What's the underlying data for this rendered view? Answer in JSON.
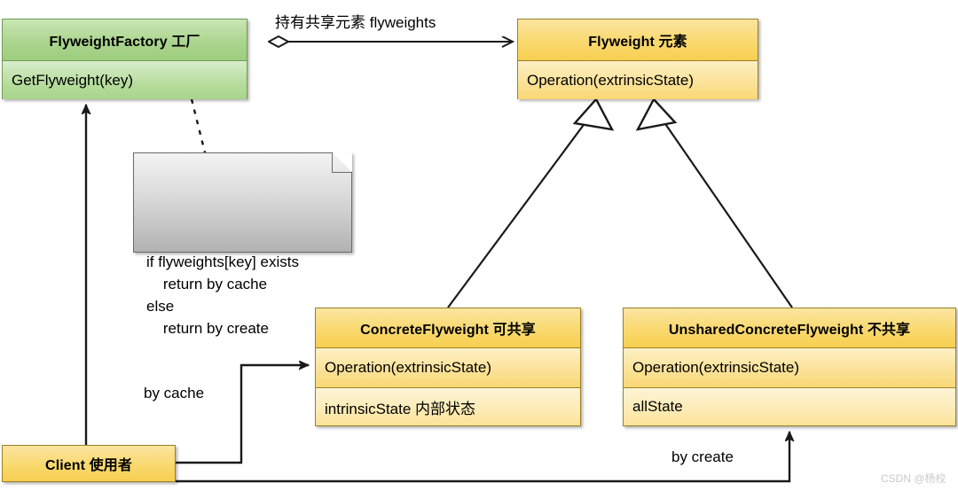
{
  "diagram": {
    "title": "Flyweight Pattern UML Class Diagram",
    "colors": {
      "green_header": "#a9d48c",
      "green_body": "#b6dc9d",
      "yellow_header": "#f9d96f",
      "yellow_mid": "#fbe195",
      "yellow_low": "#fcebb4",
      "note_gray": "#d9d9d9",
      "line": "#1a1a1a",
      "watermark": "#c9c9c9"
    },
    "classes": [
      {
        "id": "flyweight-factory",
        "name": "FlyweightFactory 工厂",
        "members": [
          "GetFlyweight(key)"
        ]
      },
      {
        "id": "flyweight",
        "name": "Flyweight 元素",
        "members": [
          "Operation(extrinsicState)"
        ]
      },
      {
        "id": "concrete-flyweight",
        "name": "ConcreteFlyweight 可共享",
        "members": [
          "Operation(extrinsicState)",
          "intrinsicState 内部状态"
        ]
      },
      {
        "id": "unshared-concrete-flyweight",
        "name": "UnsharedConcreteFlyweight 不共享",
        "members": [
          "Operation(extrinsicState)",
          "allState"
        ]
      },
      {
        "id": "client",
        "name": "Client 使用者",
        "members": []
      }
    ],
    "note": {
      "id": "factory-note",
      "lines": [
        "if flyweights[key] exists",
        "    return by cache",
        "else",
        "    return by create"
      ],
      "text": "if flyweights[key] exists\n    return by cache\nelse\n    return by create"
    },
    "edges": [
      {
        "id": "aggregation-factory-flyweight",
        "label": "持有共享元素 flyweights",
        "type": "aggregation",
        "from": "flyweight-factory",
        "to": "flyweight"
      },
      {
        "id": "generalization-concrete",
        "label": "",
        "type": "generalization",
        "from": "concrete-flyweight",
        "to": "flyweight"
      },
      {
        "id": "generalization-unshared",
        "label": "",
        "type": "generalization",
        "from": "unshared-concrete-flyweight",
        "to": "flyweight"
      },
      {
        "id": "client-to-factory",
        "label": "",
        "type": "association",
        "from": "client",
        "to": "flyweight-factory"
      },
      {
        "id": "client-by-cache",
        "label": "by cache",
        "type": "association",
        "from": "client",
        "to": "concrete-flyweight"
      },
      {
        "id": "client-by-create",
        "label": "by create",
        "type": "association",
        "from": "client",
        "to": "unshared-concrete-flyweight"
      },
      {
        "id": "note-link",
        "label": "",
        "type": "dashed-note-link",
        "from": "factory-note",
        "to": "flyweight-factory"
      }
    ],
    "watermark": "CSDN @杨校"
  }
}
